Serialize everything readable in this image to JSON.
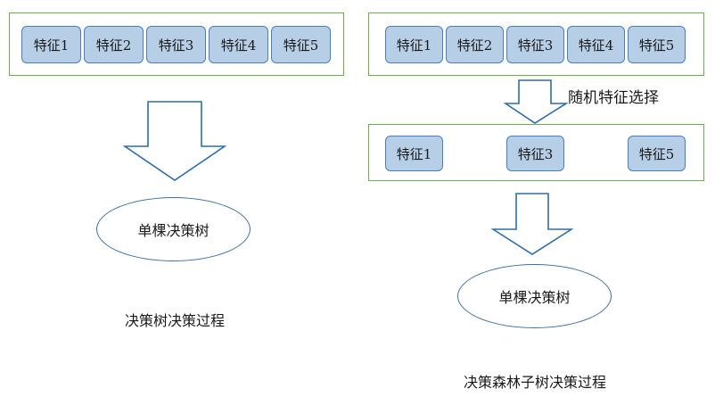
{
  "diagram": {
    "title_left": "决策树决策过程",
    "title_right": "决策森林子树决策过程",
    "colors": {
      "group_border": "#70ad47",
      "feature_fill": "#b6cfe6",
      "feature_border": "#4a7ebb",
      "arrow_stroke": "#2e6da4",
      "ellipse_border": "#3a6e9e",
      "text": "#1a1a1a",
      "background": "#ffffff"
    }
  },
  "left_panel": {
    "feature_group": {
      "name": "full-feature-set",
      "features": [
        {
          "label": "特征1"
        },
        {
          "label": "特征2"
        },
        {
          "label": "特征3"
        },
        {
          "label": "特征4"
        },
        {
          "label": "特征5"
        }
      ]
    },
    "arrow": {
      "name": "down-arrow",
      "label": ""
    },
    "node": {
      "label": "单棵决策树"
    },
    "caption": "决策树决策过程"
  },
  "right_panel": {
    "feature_group_all": {
      "name": "full-feature-set",
      "features": [
        {
          "label": "特征1"
        },
        {
          "label": "特征2"
        },
        {
          "label": "特征3"
        },
        {
          "label": "特征4"
        },
        {
          "label": "特征5"
        }
      ]
    },
    "selection_arrow": {
      "name": "down-arrow",
      "label": "随机特征选择"
    },
    "feature_group_selected": {
      "name": "selected-feature-subset",
      "features": [
        {
          "label": "特征1"
        },
        {
          "label": "特征3"
        },
        {
          "label": "特征5"
        }
      ]
    },
    "tree_arrow": {
      "name": "down-arrow",
      "label": ""
    },
    "node": {
      "label": "单棵决策树"
    },
    "caption": "决策森林子树决策过程"
  }
}
